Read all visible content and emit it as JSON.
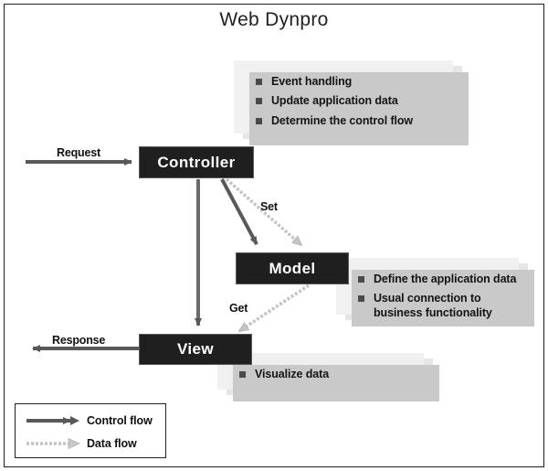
{
  "figure": {
    "title": "Web Dynpro",
    "colors": {
      "node_fill": "#1f1f1f",
      "node_text": "#ffffff",
      "panel_fill": "#e6e6e6",
      "panel_backer": "#f0f0f0",
      "panel_shadow": "#c9c9c9",
      "control_flow": "#595959",
      "data_flow": "#bfbfbf",
      "frame": "#231f20",
      "background": "#ffffff"
    }
  },
  "nodes": [
    {
      "id": "controller",
      "label": "Controller"
    },
    {
      "id": "model",
      "label": "Model"
    },
    {
      "id": "view",
      "label": "View"
    }
  ],
  "panels": {
    "controller": {
      "owner": "Controller",
      "items": [
        "Event handling",
        "Update application data",
        "Determine the control flow"
      ]
    },
    "model": {
      "owner": "Model",
      "items": [
        "Define the application data",
        "Usual connection to business functionality"
      ]
    },
    "view": {
      "owner": "View",
      "items": [
        "Visualize data"
      ]
    }
  },
  "flows": [
    {
      "id": "request",
      "label": "Request",
      "type": "control",
      "from": "outside",
      "to": "Controller"
    },
    {
      "id": "response",
      "label": "Response",
      "type": "control",
      "from": "View",
      "to": "outside"
    },
    {
      "id": "ctrl-model",
      "label": "",
      "type": "control",
      "from": "Controller",
      "to": "Model"
    },
    {
      "id": "ctrl-view",
      "label": "",
      "type": "control",
      "from": "Controller",
      "to": "View"
    },
    {
      "id": "set",
      "label": "Set",
      "type": "data",
      "from": "Controller",
      "to": "Model"
    },
    {
      "id": "get",
      "label": "Get",
      "type": "data",
      "from": "Model",
      "to": "View"
    }
  ],
  "legend": {
    "items": [
      {
        "id": "control-flow",
        "label": "Control flow",
        "style": "solid arrow"
      },
      {
        "id": "data-flow",
        "label": "Data flow",
        "style": "dotted arrow"
      }
    ]
  }
}
